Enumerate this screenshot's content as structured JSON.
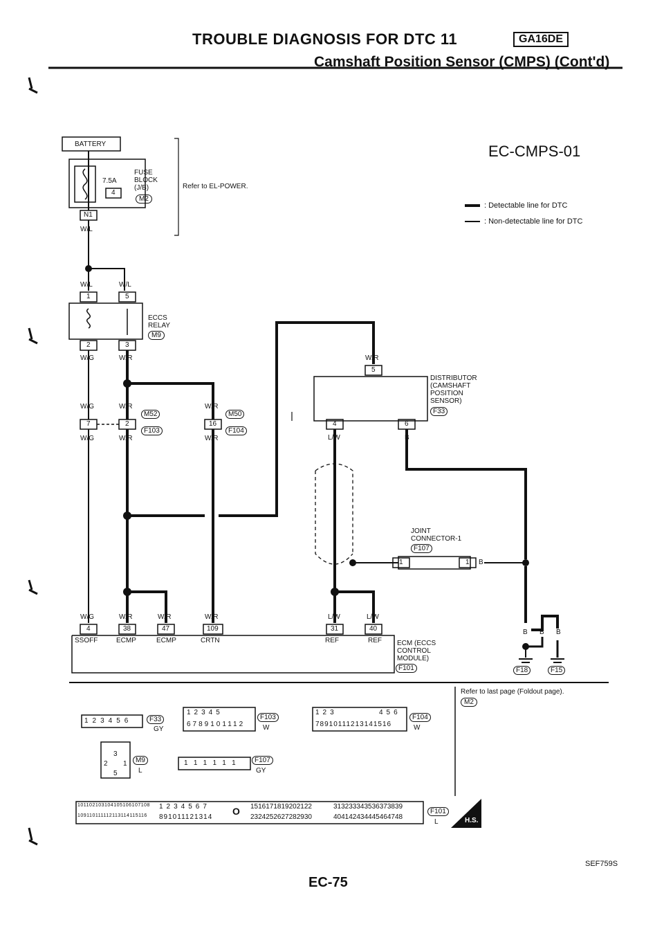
{
  "header": {
    "title": "TROUBLE DIAGNOSIS FOR DTC 11",
    "engine_badge": "GA16DE",
    "subtitle": "Camshaft Position Sensor (CMPS) (Cont'd)"
  },
  "diagram": {
    "id": "EC-CMPS-01",
    "legend": {
      "detectable": ": Detectable line for DTC",
      "non_detectable": ": Non-detectable line for DTC"
    },
    "battery": "BATTERY",
    "fuse_amp": "7.5A",
    "fuse_no": "4",
    "fuse_block": [
      "FUSE",
      "BLOCK",
      "(J/B)"
    ],
    "fuse_conn": "M2",
    "refer_power": "Refer to EL-POWER.",
    "n1": "N1",
    "relay_label": [
      "ECCS",
      "RELAY"
    ],
    "relay_conn": "M9",
    "relay_pins": {
      "p1": "1",
      "p5": "5",
      "p2": "2",
      "p3": "3"
    },
    "distributor_label": [
      "DISTRIBUTOR",
      "(CAMSHAFT",
      "POSITION",
      "SENSOR)"
    ],
    "distributor_conn": "F33",
    "dist_pins": {
      "p5": "5",
      "p4": "4",
      "p6": "6"
    },
    "joint_label": [
      "JOINT",
      "CONNECTOR-1"
    ],
    "joint_conn": "F107",
    "joint_pin": "1",
    "ecm_label": [
      "ECM (ECCS",
      "CONTROL",
      "MODULE)"
    ],
    "ecm_conn": "F101",
    "ecm_pins": [
      "4",
      "38",
      "47",
      "109",
      "31",
      "40"
    ],
    "ecm_terms": [
      "SSOFF",
      "ECMP",
      "ECMP",
      "CRTN",
      "REF",
      "REF"
    ],
    "harness_conns": {
      "m52": "M52",
      "f103": "F103",
      "m50": "M50",
      "f104": "F104",
      "p7": "7",
      "p2": "2",
      "p16": "16"
    },
    "wires": {
      "wl": "W/L",
      "wg": "W/G",
      "wr": "W/R",
      "lw": "L/W",
      "b": "B"
    },
    "grounds": {
      "g1": "F18",
      "g2": "F15"
    }
  },
  "connectors": {
    "refer_foldout": "Refer to last page (Foldout page).",
    "refer_conn": "M2",
    "f33_pins": [
      "1",
      "2",
      "3",
      "4",
      "5",
      "6"
    ],
    "f33_conn": "F33",
    "f33_color": "GY",
    "f103_top": [
      "1",
      "2",
      "3",
      "",
      "4",
      "5"
    ],
    "f103_bottom": [
      "6",
      "7",
      "8",
      "9",
      "10",
      "11",
      "12"
    ],
    "f103_conn": "F103",
    "f103_color": "W",
    "f104_top_l": [
      "1",
      "2",
      "3"
    ],
    "f104_top_r": [
      "4",
      "5",
      "6"
    ],
    "f104_bottom": [
      "7",
      "8",
      "9",
      "10",
      "11",
      "12",
      "13",
      "14",
      "15",
      "16"
    ],
    "f104_conn": "F104",
    "f104_color": "W",
    "m9_pins": [
      "1",
      "2",
      "3",
      "5"
    ],
    "m9_conn": "M9",
    "m9_color": "L",
    "f107_pins": [
      "1",
      "1",
      "1",
      "1",
      "1",
      "1"
    ],
    "f107_conn": "F107",
    "f107_color": "GY",
    "f101_a_top": [
      "101",
      "102",
      "103",
      "104",
      "105",
      "106",
      "107",
      "108"
    ],
    "f101_a_bot": [
      "109",
      "110",
      "111",
      "112",
      "113",
      "114",
      "115",
      "116"
    ],
    "f101_b_top": [
      "1",
      "2",
      "3",
      "4",
      "5",
      "6",
      "7"
    ],
    "f101_b_bot": [
      "8",
      "9",
      "10",
      "11",
      "12",
      "13",
      "14"
    ],
    "f101_mid": "O",
    "f101_c_top": [
      "15",
      "16",
      "17",
      "18",
      "19",
      "20",
      "21",
      "22"
    ],
    "f101_c_bot": [
      "23",
      "24",
      "25",
      "26",
      "27",
      "28",
      "29",
      "30"
    ],
    "f101_d_top": [
      "31",
      "32",
      "33",
      "34",
      "35",
      "36",
      "37",
      "38",
      "39"
    ],
    "f101_d_bot": [
      "40",
      "41",
      "42",
      "43",
      "44",
      "45",
      "46",
      "47",
      "48"
    ],
    "f101_conn": "F101",
    "f101_color": "L",
    "hs_label": "H.S."
  },
  "footer": {
    "figure_id": "SEF759S",
    "page": "EC-75"
  }
}
